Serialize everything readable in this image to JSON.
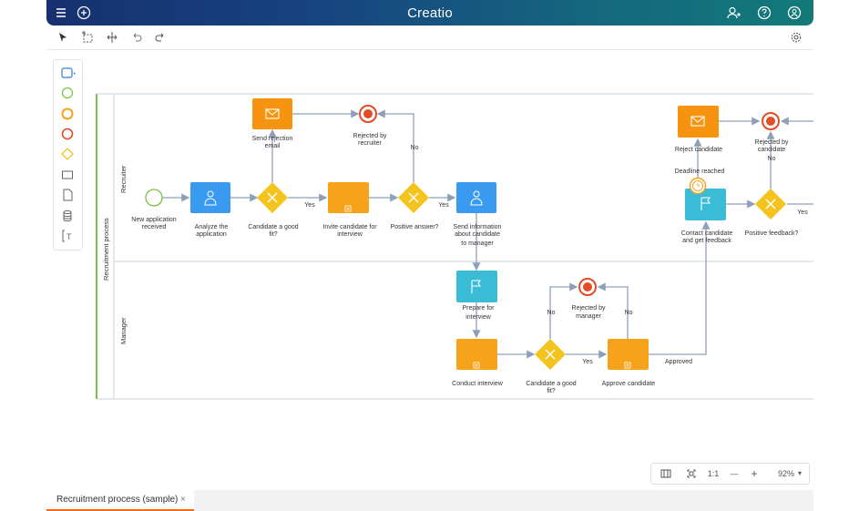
{
  "app": {
    "brand": "Creatio"
  },
  "topbar": {
    "menu_icon": "menu-icon",
    "add_icon": "plus-circle-icon",
    "user_icon": "user-add-icon",
    "help_icon": "help-icon",
    "profile_icon": "profile-icon"
  },
  "toolbar": {
    "icons": [
      "pointer-icon",
      "marquee-select-icon",
      "space-tool-icon",
      "undo-icon",
      "redo-icon",
      "settings-icon"
    ]
  },
  "palette": {
    "items": [
      "task-icon",
      "start-event-icon",
      "intermediate-event-icon",
      "end-event-icon",
      "gateway-icon",
      "subprocess-icon",
      "data-object-icon",
      "data-store-icon",
      "annotation-icon"
    ]
  },
  "diagram": {
    "pool_label": "Recruitment process",
    "lanes": {
      "recruiter": "Recruiter",
      "manager": "Manager"
    },
    "labels": {
      "new_app_1": "New application",
      "new_app_2": "received",
      "analyze_1": "Analyze the",
      "analyze_2": "application",
      "cand_good_1": "Candidate a good",
      "cand_good_2": "fit?",
      "send_rej_1": "Send rejection",
      "send_rej_2": "email",
      "rej_recr_1": "Rejected by",
      "rej_recr_2": "recruiter",
      "invite_1": "Invite candidate for",
      "invite_2": "interview",
      "positive_answer": "Positive answer?",
      "send_info_1": "Send information",
      "send_info_2": "about candidate",
      "send_info_3": "to manager",
      "prepare_1": "Prepare for",
      "prepare_2": "interview",
      "conduct": "Conduct interview",
      "cand_good2_1": "Candidate a good",
      "cand_good2_2": "fit?",
      "rej_mgr_1": "Rejected by",
      "rej_mgr_2": "manager",
      "approve": "Approve candidate",
      "approved": "Approved",
      "reject_cand": "Reject candidate",
      "rej_cand_1": "Rejected by",
      "rej_cand_2": "candidate",
      "deadline": "Deadline reached",
      "contact_1": "Contact candidate",
      "contact_2": "and get feedback",
      "positive_feedback": "Positive feedback?",
      "yes": "Yes",
      "no": "No"
    }
  },
  "zoom": {
    "fit_label": "1:1",
    "minus": "—",
    "plus": "+",
    "level": "92%",
    "caret": "⌄"
  },
  "tabs": [
    {
      "label": "Recruitment process (sample)",
      "close": "×"
    }
  ],
  "colors": {
    "task_blue": "#3a9af0",
    "task_orange": "#f7a21b",
    "gateway": "#f5c31d",
    "end_event": "#e34c26",
    "start_event": "#7ac142",
    "pool_accent": "#7ac142",
    "flow": "#8ea0b8"
  }
}
